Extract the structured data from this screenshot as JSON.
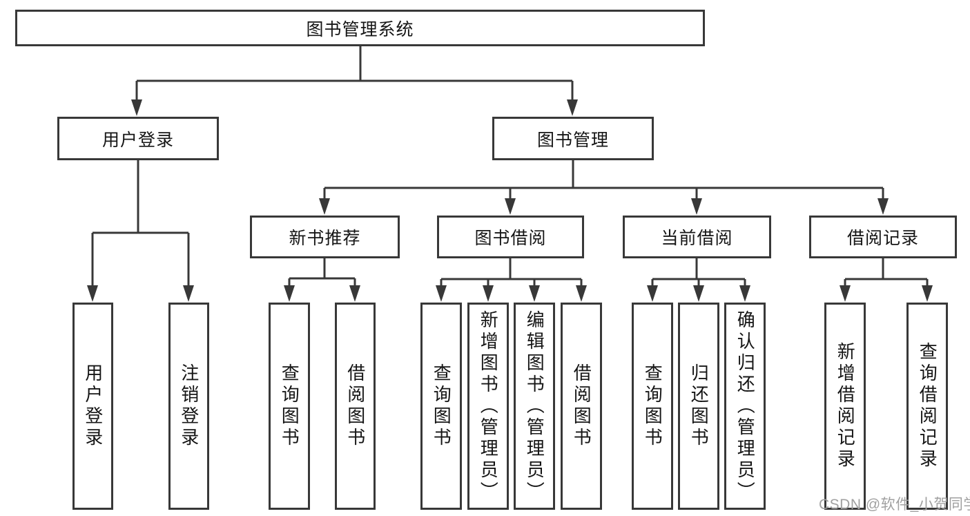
{
  "tree": {
    "label": "图书管理系统",
    "children": [
      {
        "label": "用户登录",
        "children": [
          {
            "label": "用户登录"
          },
          {
            "label": "注销登录"
          }
        ]
      },
      {
        "label": "图书管理",
        "children": [
          {
            "label": "新书推荐",
            "children": [
              {
                "label": "查询图书"
              },
              {
                "label": "借阅图书"
              }
            ]
          },
          {
            "label": "图书借阅",
            "children": [
              {
                "label": "查询图书"
              },
              {
                "label": "新增图书（管理员）"
              },
              {
                "label": "编辑图书（管理员）"
              },
              {
                "label": "借阅图书"
              }
            ]
          },
          {
            "label": "当前借阅",
            "children": [
              {
                "label": "查询图书"
              },
              {
                "label": "归还图书"
              },
              {
                "label": "确认归还（管理员）"
              }
            ]
          },
          {
            "label": "借阅记录",
            "children": [
              {
                "label": "新增借阅记录"
              },
              {
                "label": "查询借阅记录"
              }
            ]
          }
        ]
      }
    ]
  },
  "watermark": {
    "text": "CSDN @软件_小贺同学"
  },
  "colors": {
    "background": "#ffffff",
    "box_border": "#383838",
    "connector": "#383838",
    "text": "#151515",
    "watermark": "#a0a0a0"
  }
}
